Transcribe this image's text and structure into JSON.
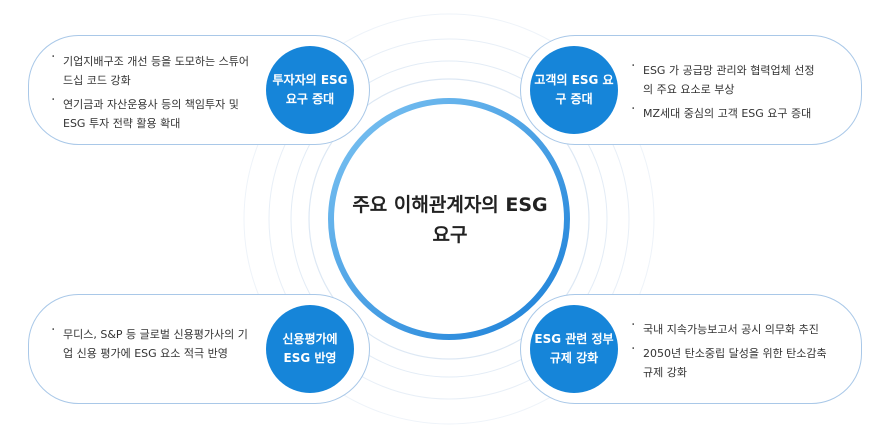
{
  "center": {
    "title": "주요 이해관계자의 ESG 요구"
  },
  "cards": [
    {
      "badge": "투자자의 ESG 요구 증대",
      "items": [
        "기업지배구조 개선 등을 도모하는 스튜어드십 코드 강화",
        "연기금과 자산운용사 등의 책임투자 및 ESG 투자 전략 활용 확대"
      ]
    },
    {
      "badge": "고객의 ESG 요구 증대",
      "items": [
        "ESG 가 공급망 관리와 협력업체 선정의 주요 요소로 부상",
        "MZ세대 중심의 고객 ESG 요구 증대"
      ]
    },
    {
      "badge": "신용평가에 ESG 반영",
      "items": [
        "무디스, S&P 등 글로벌 신용평가사의 기업 신용 평가에 ESG 요소 적극 반영"
      ]
    },
    {
      "badge": "ESG 관련 정부 규제 강화",
      "items": [
        "국내 지속가능보고서 공시 의무화 추진",
        "2050년 탄소중립 달성을 위한 탄소감축 규제 강화"
      ]
    }
  ],
  "colors": {
    "badge": "#1685d9",
    "card_border": "#a9c8e8",
    "ring_light": "#e6eef7",
    "ring_gradient_start": "#7ec4f2",
    "ring_gradient_end": "#1a7fd8"
  }
}
